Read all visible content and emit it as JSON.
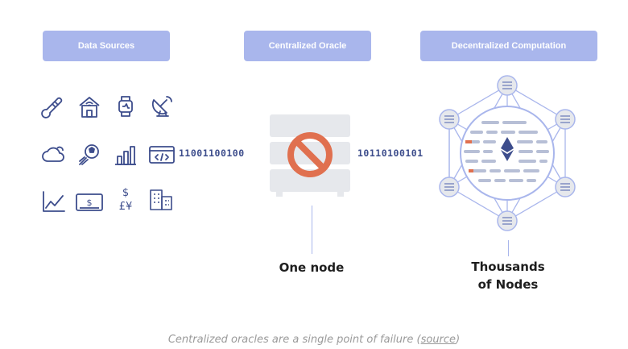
{
  "headers": {
    "data_sources": "Data Sources",
    "centralized_oracle": "Centralized Oracle",
    "decentralized_computation": "Decentralized Computation"
  },
  "icons": [
    "thermometer-icon",
    "smart-home-icon",
    "smartwatch-icon",
    "satellite-dish-icon",
    "cloud-icon",
    "soccer-ball-icon",
    "bar-chart-icon",
    "code-window-icon",
    "line-chart-icon",
    "banknote-icon",
    "currency-icon",
    "building-icon"
  ],
  "binary_in": "11001100100",
  "binary_out": "10110100101",
  "labels": {
    "one_node": "One node",
    "thousands_line1": "Thousands",
    "thousands_line2": "of Nodes"
  },
  "caption": {
    "text": "Centralized oracles are a single point of failure (",
    "link": "source",
    "end": ")"
  },
  "colors": {
    "accent": "#a9b6ec",
    "icon": "#3d4d8c",
    "ban": "#e0704f",
    "server": "#e6e8ec"
  }
}
